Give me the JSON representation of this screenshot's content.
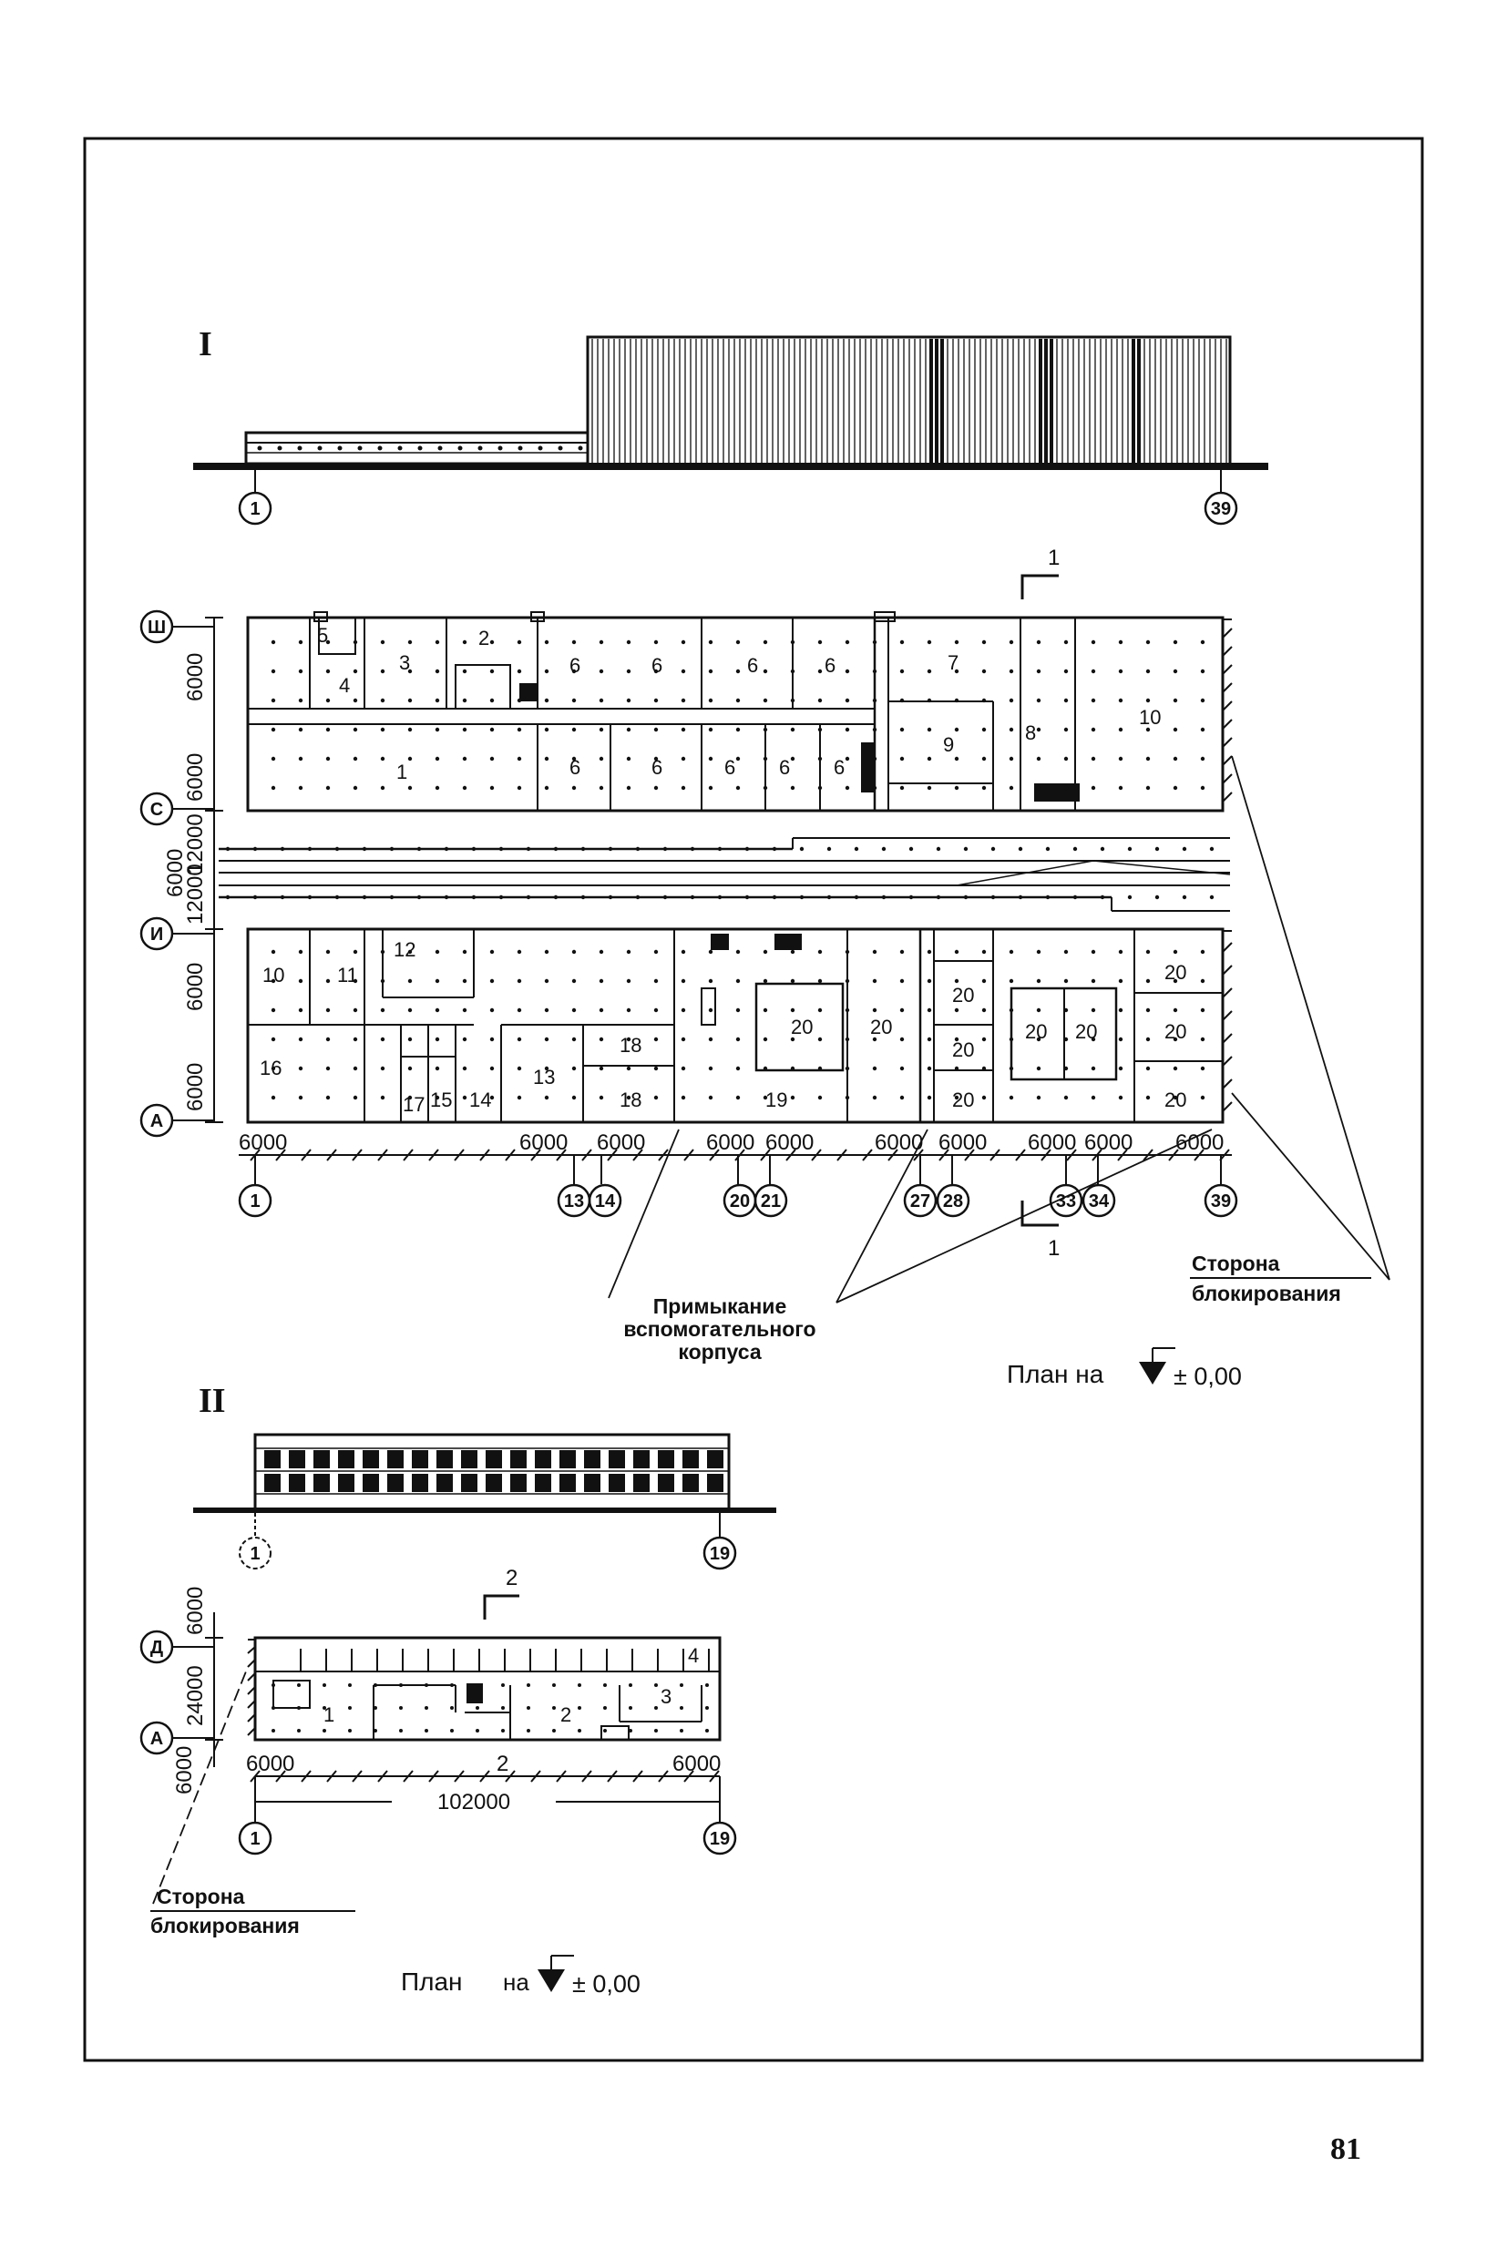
{
  "page_number": "81",
  "section_1": {
    "label": "I",
    "elevation_axes": [
      "1",
      "39"
    ],
    "section_mark_top": "1",
    "section_mark_bottom": "1",
    "row_axes": [
      "Ш",
      "С",
      "И",
      "А"
    ],
    "left_dimensions": [
      "6000",
      "6000",
      "12000",
      "6000",
      "12000",
      "6000",
      "6000"
    ],
    "bottom_axes": [
      "1",
      "13",
      "14",
      "20",
      "21",
      "27",
      "28",
      "33",
      "34",
      "39"
    ],
    "bottom_dimensions": [
      "6000",
      "6000",
      "6000",
      "6000",
      "6000",
      "6000",
      "6000",
      "6000",
      "6000",
      "6000"
    ],
    "rooms_upper": [
      {
        "id": "5"
      },
      {
        "id": "4"
      },
      {
        "id": "3"
      },
      {
        "id": "2"
      },
      {
        "id": "6"
      },
      {
        "id": "6"
      },
      {
        "id": "6"
      },
      {
        "id": "6"
      },
      {
        "id": "7"
      },
      {
        "id": "10"
      },
      {
        "id": "9"
      },
      {
        "id": "8"
      },
      {
        "id": "1"
      },
      {
        "id": "6"
      },
      {
        "id": "6"
      },
      {
        "id": "6"
      },
      {
        "id": "6"
      },
      {
        "id": "6"
      }
    ],
    "rooms_lower": [
      {
        "id": "10"
      },
      {
        "id": "11"
      },
      {
        "id": "12"
      },
      {
        "id": "16"
      },
      {
        "id": "17"
      },
      {
        "id": "15"
      },
      {
        "id": "14"
      },
      {
        "id": "13"
      },
      {
        "id": "18"
      },
      {
        "id": "18"
      },
      {
        "id": "19"
      },
      {
        "id": "20"
      },
      {
        "id": "20"
      },
      {
        "id": "20"
      },
      {
        "id": "20"
      },
      {
        "id": "20"
      },
      {
        "id": "20"
      },
      {
        "id": "20"
      },
      {
        "id": "20"
      },
      {
        "id": "20"
      },
      {
        "id": "20"
      }
    ],
    "annotation_adjoining": "Примыкание вспомогательного корпуса",
    "annotation_adjoining_lines": [
      "Примыкание",
      "вспомогательного",
      "корпуса"
    ],
    "annotation_blocking_lines": [
      "Сторона",
      "блокирования"
    ],
    "plan_caption": "План на",
    "plan_level": "± 0,00"
  },
  "section_2": {
    "label": "II",
    "elevation_axes": [
      "1",
      "19"
    ],
    "section_mark": "2",
    "row_axes": [
      "Д",
      "А"
    ],
    "left_dimensions": [
      "6000",
      "24000",
      "6000"
    ],
    "bottom_dimensions": [
      "6000",
      "2",
      "6000"
    ],
    "total_dimension": "102000",
    "bottom_axes": [
      "1",
      "19"
    ],
    "rooms": [
      {
        "id": "4"
      },
      {
        "id": "3"
      },
      {
        "id": "1"
      },
      {
        "id": "2"
      }
    ],
    "annotation_blocking_lines": [
      "Сторона",
      "блокирования"
    ],
    "plan_caption": "План",
    "plan_caption_on": "на",
    "plan_level": "± 0,00"
  }
}
